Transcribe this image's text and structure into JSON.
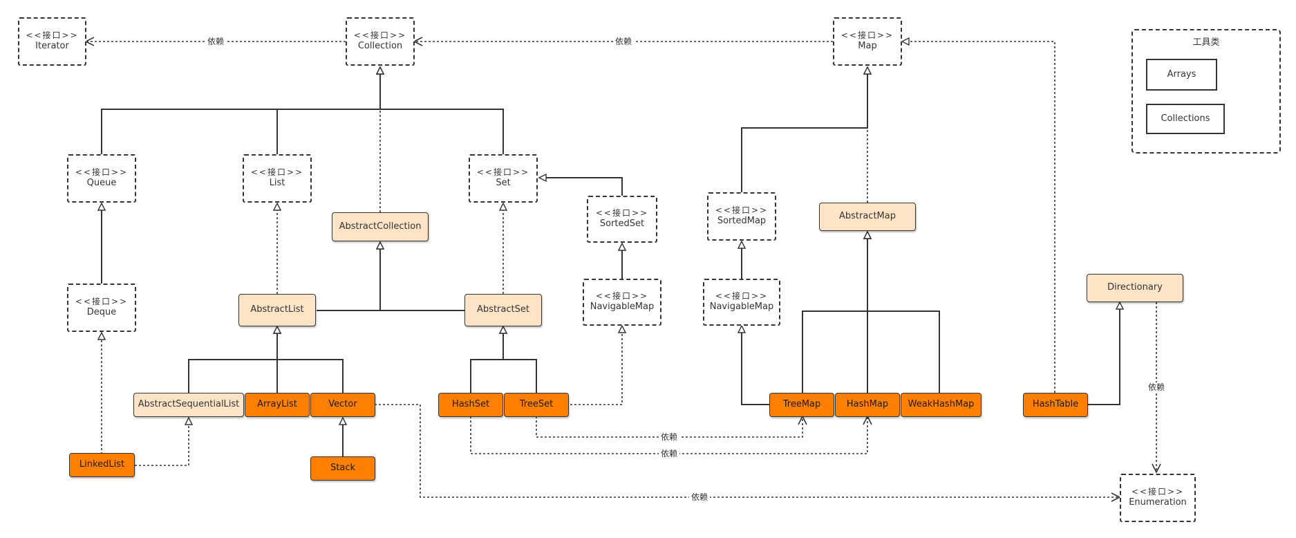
{
  "diagram": {
    "interface_stereotype": "<<接口>>",
    "dependency_label": "依赖",
    "utility_group": {
      "title": "工具类",
      "items": [
        "Arrays",
        "Collections"
      ]
    },
    "interfaces": {
      "iterator": "Iterator",
      "collection": "Collection",
      "map": "Map",
      "queue": "Queue",
      "list": "List",
      "set": "Set",
      "sortedset": "SortedSet",
      "navigablemap_set": "NavigableMap",
      "deque": "Deque",
      "sortedmap": "SortedMap",
      "navigablemap": "NavigableMap",
      "enumeration": "Enumeration"
    },
    "abstract_classes": {
      "abstractcollection": "AbstractCollection",
      "abstractlist": "AbstractList",
      "abstractset": "AbstractSet",
      "abstractmap": "AbstractMap",
      "abstractsequentiallist": "AbstractSequentialList",
      "directionary": "Directionary"
    },
    "implementations": {
      "arraylist": "ArrayList",
      "vector": "Vector",
      "stack": "Stack",
      "linkedlist": "LinkedList",
      "hashset": "HashSet",
      "treeset": "TreeSet",
      "treemap": "TreeMap",
      "hashmap": "HashMap",
      "weakhashmap": "WeakHashMap",
      "hashtable": "HashTable"
    },
    "colors": {
      "interface_border": "#333333",
      "abstract_fill": "#fde4c6",
      "implementation_fill": "#ff7f00",
      "line": "#333333"
    }
  }
}
